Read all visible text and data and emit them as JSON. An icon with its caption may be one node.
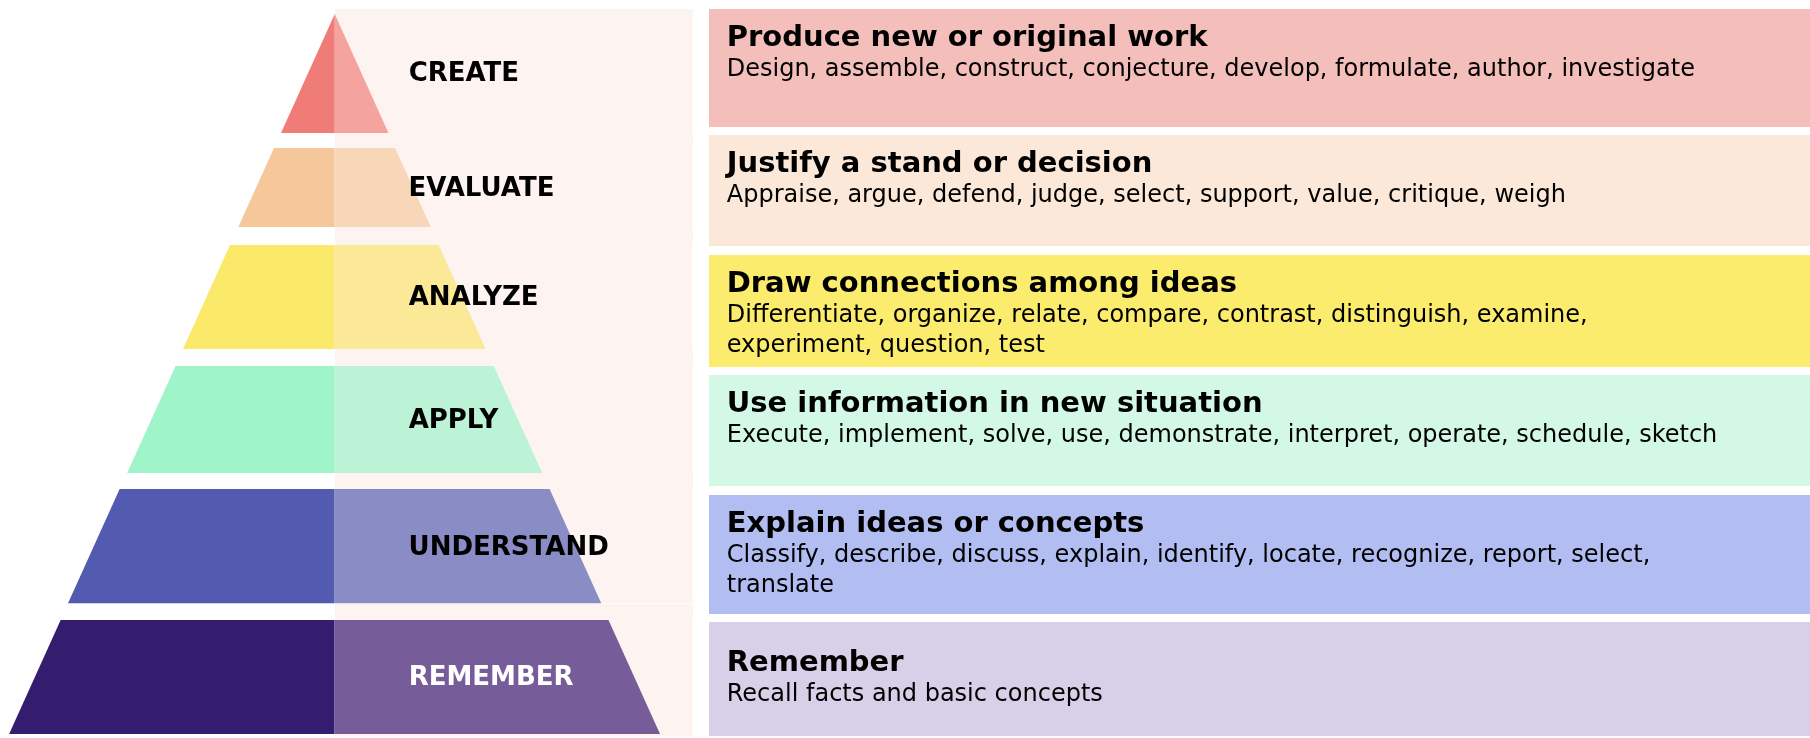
{
  "diagram": {
    "nodes": [
      {
        "text": [
          "CREATE"
        ]
      },
      {
        "text": [
          "Produce new or original work",
          "Design, assemble, construct, conjecture, develop, formulate, author, investigate"
        ]
      },
      {
        "text": [
          "EVALUATE"
        ]
      },
      {
        "text": [
          "Justify a stand or decision",
          "Appraise, argue, defend, judge, select, support, value, critique, weigh"
        ]
      },
      {
        "text": [
          "ANALYZE"
        ]
      },
      {
        "text": [
          "Draw connections among ideas",
          "Differentiate, organize, relate, compare, contrast, distinguish, examine, experiment, question, test"
        ]
      },
      {
        "text": [
          "APPLY"
        ]
      },
      {
        "text": [
          "Use information in new situation",
          "Execute, implement, solve, use, demonstrate, interpret, operate, schedule, sketch"
        ]
      },
      {
        "text": [
          "UNDERSTAND"
        ]
      },
      {
        "text": [
          "Explain ideas or concepts",
          "Classify, describe, discuss, explain, identify, locate, recognize, report, select, translate"
        ]
      },
      {
        "text": [
          "REMEMBER"
        ]
      },
      {
        "text": [
          "Remember",
          "Recall facts and basic concepts"
        ]
      }
    ]
  }
}
